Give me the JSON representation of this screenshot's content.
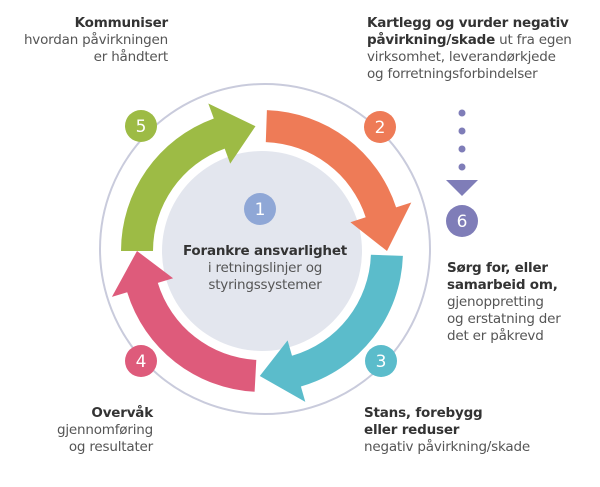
{
  "colors": {
    "step1": "#8fa7d6",
    "step2": "#ee7b57",
    "step3": "#5bbccb",
    "step4": "#de5b7b",
    "step5": "#9dbb45",
    "step6": "#7f7db8",
    "inner_circle": "#e3e6ee",
    "outer_ring": "#c9cbdc"
  },
  "steps": [
    {
      "number": "1",
      "bold": "Forankre ansvarlighet",
      "lines": [
        "i retningslinjer og",
        "styringssystemer"
      ]
    },
    {
      "number": "2",
      "bold_lines": [
        "Kartlegg og vurder negativ",
        "påvirkning/skade"
      ],
      "bold_tail": " ut fra egen",
      "lines": [
        "virksomhet, leverandørkjede",
        "og forretningsforbindelser"
      ]
    },
    {
      "number": "3",
      "bold_lines": [
        "Stans, forebygg",
        "eller reduser"
      ],
      "lines": [
        "negativ påvirkning/skade"
      ]
    },
    {
      "number": "4",
      "bold": "Overvåk",
      "lines": [
        "gjennomføring",
        "og resultater"
      ]
    },
    {
      "number": "5",
      "bold": "Kommuniser",
      "lines": [
        "hvordan påvirkningen",
        "er håndtert"
      ]
    },
    {
      "number": "6",
      "bold_lines": [
        "Sørg for, eller",
        "samarbeid om,"
      ],
      "lines": [
        "gjenoppretting",
        "og erstatning der",
        "det er påkrevd"
      ]
    }
  ],
  "icons": {
    "cycle_arrows": "curved-arrow-icon",
    "dotted_connector": "dotted-arrow-down-icon"
  }
}
